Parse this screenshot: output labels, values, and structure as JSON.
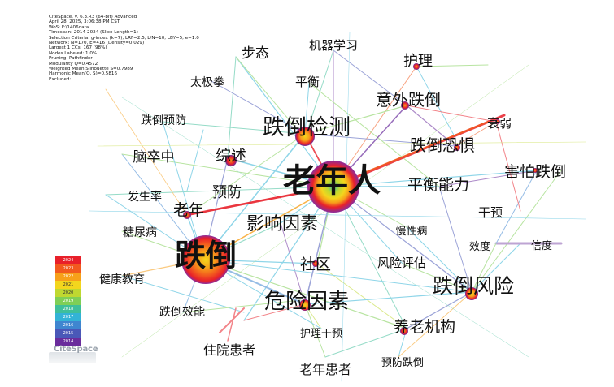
{
  "header_lines": [
    "CiteSpace, v. 6.3.R3 (64-bit) Advanced",
    "April 28, 2025, 3:06:38 PM CST",
    "WoS: F:\\1406data",
    "Timespan: 2014-2024 (Slice Length=1)",
    "Selection Criteria: g-index (k=7), LRF=2.5, L/N=10, LBY=5, e=1.0",
    "Network: N=170, E=416 (Density=0.029)",
    "Largest 1 CCs: 167 (98%)",
    "Nodes Labeled: 1.0%",
    "Pruning: Pathfinder",
    "Modularity Q=0.4572",
    "Weighted Mean Silhouette S=0.7989",
    "Harmonic Mean(Q, S)=0.5816",
    "Excluded:"
  ],
  "legend": {
    "years": [
      "2024",
      "2023",
      "2022",
      "2021",
      "2020",
      "2019",
      "2018",
      "2017",
      "2016",
      "2015",
      "2014"
    ],
    "colors": [
      "#e8202a",
      "#f25a1e",
      "#f7a01a",
      "#f3d61d",
      "#bfd830",
      "#7fcf56",
      "#3fbf9a",
      "#33b3d6",
      "#3f86d0",
      "#4a58b8",
      "#6a2c9c"
    ]
  },
  "logo_text": "CiteSpace",
  "keywords": [
    {
      "id": "laonianren",
      "label": "老年人",
      "size": "xl"
    },
    {
      "id": "diedao",
      "label": "跌倒",
      "size": "xl"
    },
    {
      "id": "diedaojiance",
      "label": "跌倒检测",
      "size": "l"
    },
    {
      "id": "weixianyinsu",
      "label": "危险因素",
      "size": "l"
    },
    {
      "id": "diedaofengxian",
      "label": "跌倒风险",
      "size": "l"
    },
    {
      "id": "yingxiangyinsu",
      "label": "影响因素",
      "size": "m"
    },
    {
      "id": "yiwaidiedao",
      "label": "意外跌倒",
      "size": "m"
    },
    {
      "id": "diedaokongju",
      "label": "跌倒恐惧",
      "size": "m"
    },
    {
      "id": "pinghengnengli",
      "label": "平衡能力",
      "size": "m"
    },
    {
      "id": "haipadiedao",
      "label": "害怕跌倒",
      "size": "m"
    },
    {
      "id": "zongshu",
      "label": "综述",
      "size": "m"
    },
    {
      "id": "yufang",
      "label": "预防",
      "size": "m"
    },
    {
      "id": "laonian",
      "label": "老年",
      "size": "m"
    },
    {
      "id": "shequ",
      "label": "社区",
      "size": "m"
    },
    {
      "id": "yanglaojigou",
      "label": "养老机构",
      "size": "m"
    },
    {
      "id": "huli",
      "label": "护理",
      "size": "m"
    },
    {
      "id": "bútai",
      "label": "步态",
      "size": "s"
    },
    {
      "id": "jiqixuexi",
      "label": "机器学习",
      "size": "s"
    },
    {
      "id": "taijiquan",
      "label": "太极拳",
      "size": "s"
    },
    {
      "id": "pingheng",
      "label": "平衡",
      "size": "s"
    },
    {
      "id": "diedaoyufang",
      "label": "跌倒预防",
      "size": "s"
    },
    {
      "id": "shuairuo",
      "label": "衰弱",
      "size": "s"
    },
    {
      "id": "naocuzhong",
      "label": "脑卒中",
      "size": "s"
    },
    {
      "id": "fashenglv",
      "label": "发生率",
      "size": "s"
    },
    {
      "id": "tangniaobing",
      "label": "糖尿病",
      "size": "s"
    },
    {
      "id": "ganyu",
      "label": "干预",
      "size": "s"
    },
    {
      "id": "manxingbing",
      "label": "慢性病",
      "size": "s"
    },
    {
      "id": "xiaodu",
      "label": "效度",
      "size": "s"
    },
    {
      "id": "xindu",
      "label": "信度",
      "size": "s"
    },
    {
      "id": "fengxianpinggu",
      "label": "风险评估",
      "size": "s"
    },
    {
      "id": "jiankangjiaoyu",
      "label": "健康教育",
      "size": "s"
    },
    {
      "id": "diedaoxiaoneng",
      "label": "跌倒效能",
      "size": "s"
    },
    {
      "id": "huliganyu",
      "label": "护理干预",
      "size": "s"
    },
    {
      "id": "zhuyuanhuanzhe",
      "label": "住院患者",
      "size": "s"
    },
    {
      "id": "laonianhuanzhe",
      "label": "老年患者",
      "size": "s"
    },
    {
      "id": "yufangdiedao",
      "label": "预防跌倒",
      "size": "s"
    }
  ]
}
